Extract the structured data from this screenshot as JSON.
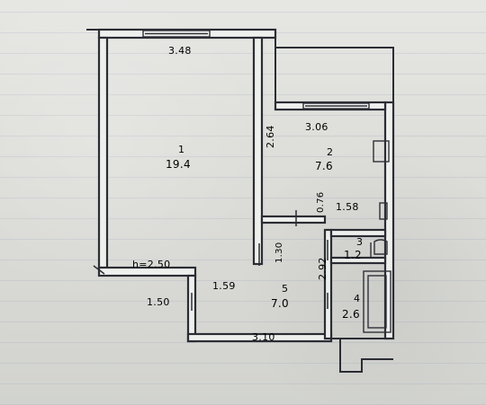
{
  "plan": {
    "dimensions": {
      "top_width": "3.48",
      "balcony_width": "3.06",
      "right_room_height": "2.64",
      "bottom_corridor_width": "3.10",
      "left_dim": "1.59",
      "inner_tick": "1.58",
      "stair_label": "1.50",
      "bath_height": "2.92",
      "small_vertical": "1.30",
      "tiny_vertical": "0.76",
      "notation": "h=2.50"
    },
    "rooms": [
      {
        "number": "1",
        "area": "19.4"
      },
      {
        "number": "2",
        "area": "7.6"
      },
      {
        "number": "3",
        "area": "1.2"
      },
      {
        "number": "4",
        "area": "2.6"
      },
      {
        "number": "5",
        "area": "7.0"
      }
    ]
  }
}
